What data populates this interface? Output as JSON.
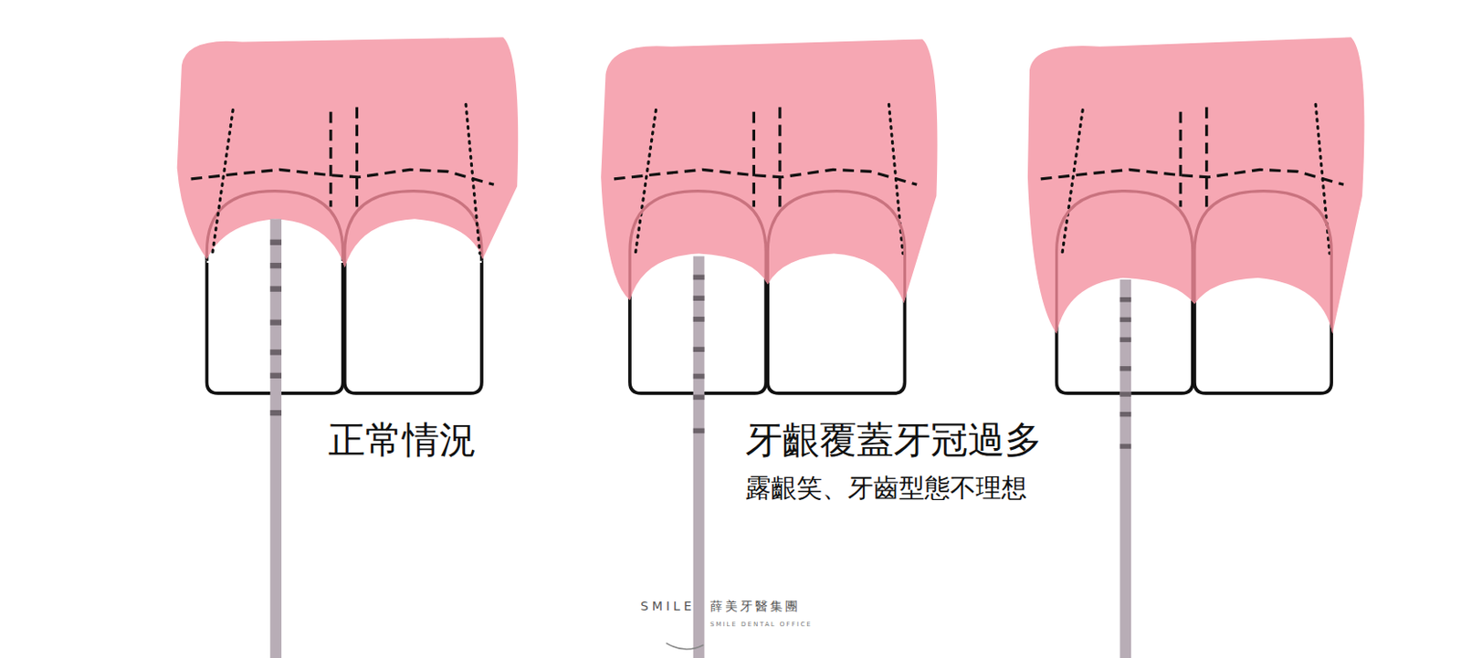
{
  "diagram": {
    "labels": [
      "正常情況",
      "牙齦覆蓋牙冠過多",
      "露齦笑、牙齒型態不理想",
      "SMILE",
      "薛美牙醫集團",
      "SMILE DENTAL OFFICE"
    ]
  }
}
